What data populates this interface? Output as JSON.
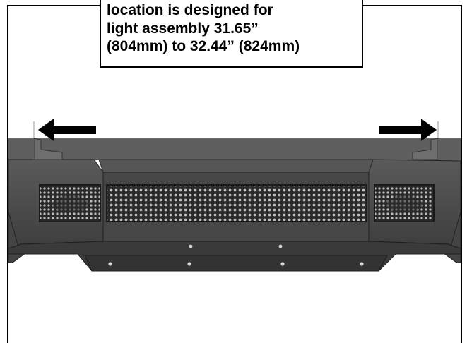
{
  "callout": {
    "lines": [
      "location is designed for",
      "light assembly 31.65”",
      "(804mm) to 32.44” (824mm)"
    ]
  },
  "colors": {
    "frame": "#000000",
    "bumper_top": "#5c5c5c",
    "bumper_face": "#4a4a4a",
    "mesh": "#2b2b2b",
    "arrow": "#000000"
  },
  "icons": [
    "arrow-left-icon",
    "arrow-right-icon"
  ]
}
